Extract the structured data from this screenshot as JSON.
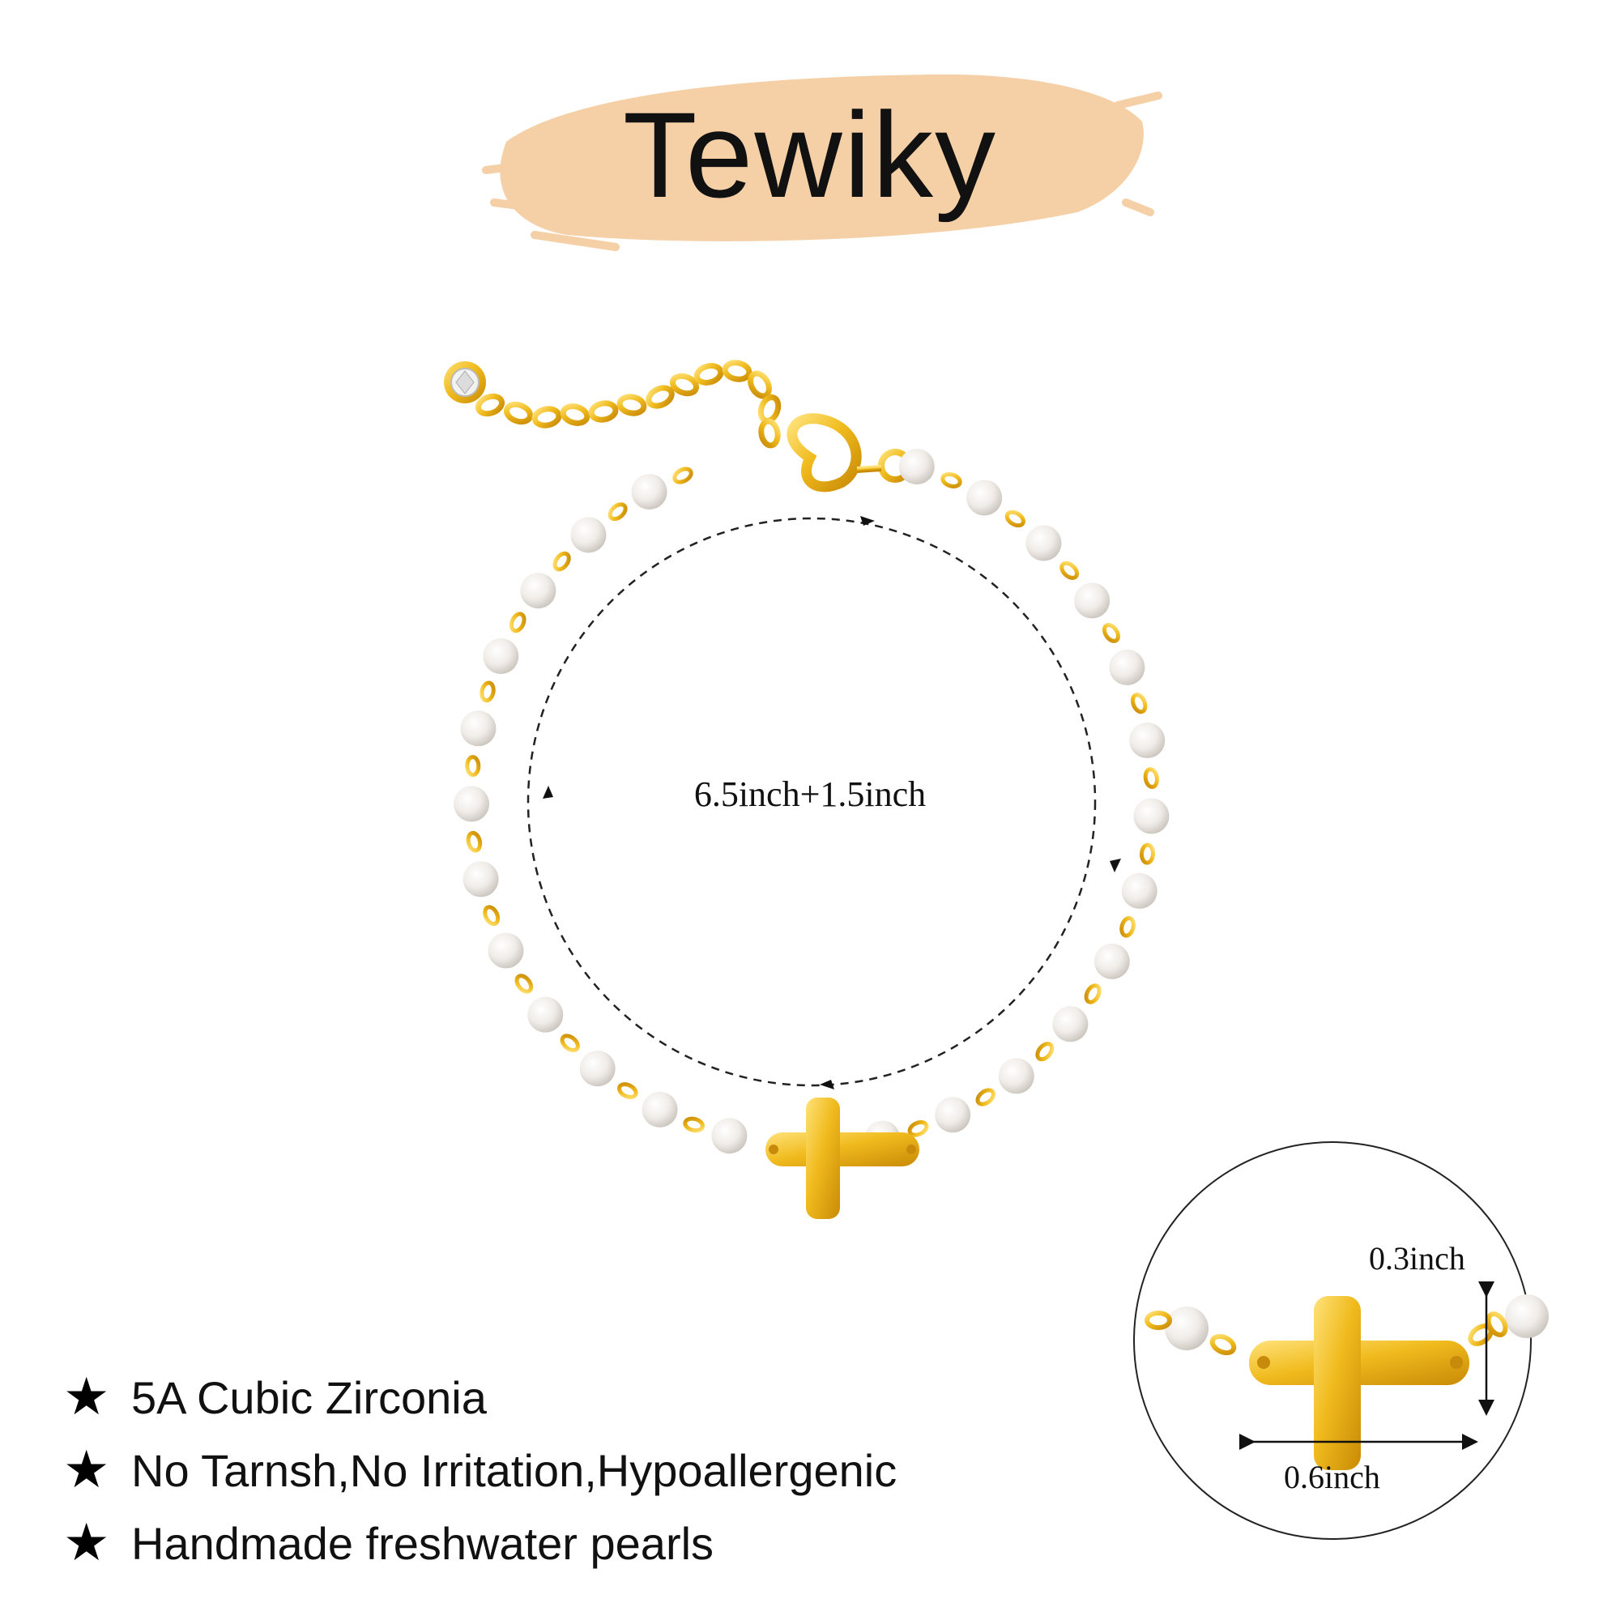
{
  "brand": {
    "name": "Tewiky",
    "brush_color": "#f5cfa6"
  },
  "product": {
    "length_label": "6.5inch+1.5inch",
    "detail_height": "0.3inch",
    "detail_width": "0.6inch",
    "metal_color": "#e8b520",
    "pearl_color": "#f4f1ee"
  },
  "features": {
    "icon": "star-icon",
    "items": [
      "5A Cubic Zirconia",
      "No Tarnsh,No Irritation,Hypoallergenic",
      "Handmade freshwater pearls"
    ]
  }
}
